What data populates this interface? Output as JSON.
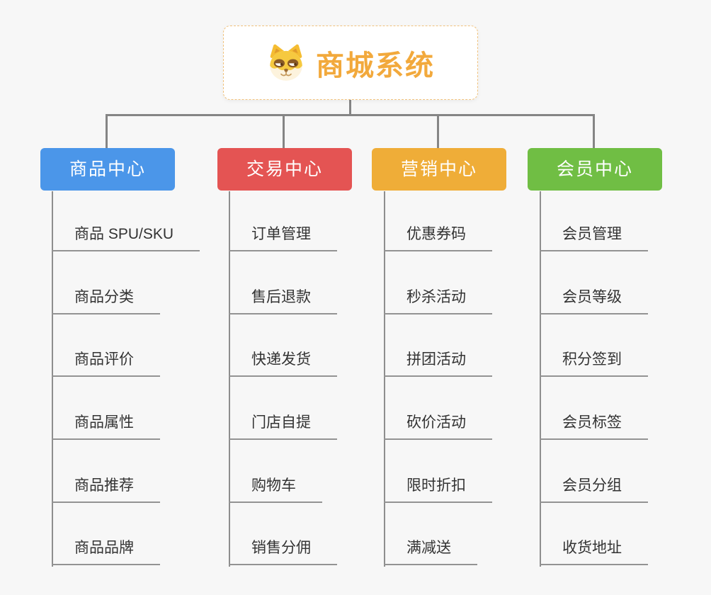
{
  "colors": {
    "background": "#f7f7f7",
    "connector": "#858585",
    "leaf_line": "#939393",
    "leaf_text": "#333333",
    "root_border": "#f1c27d",
    "root_title_color": "#f2a93c",
    "branch_text": "#ffffff"
  },
  "root": {
    "title": "商城系统",
    "icon": "shiba-dog-icon"
  },
  "branches": [
    {
      "label": "商品中心",
      "color": "#4b96e9",
      "children": [
        "商品 SPU/SKU",
        "商品分类",
        "商品评价",
        "商品属性",
        "商品推荐",
        "商品品牌"
      ]
    },
    {
      "label": "交易中心",
      "color": "#e45453",
      "children": [
        "订单管理",
        "售后退款",
        "快递发货",
        "门店自提",
        "购物车",
        "销售分佣"
      ]
    },
    {
      "label": "营销中心",
      "color": "#efad38",
      "children": [
        "优惠券码",
        "秒杀活动",
        "拼团活动",
        "砍价活动",
        "限时折扣",
        "满减送"
      ]
    },
    {
      "label": "会员中心",
      "color": "#70be44",
      "children": [
        "会员管理",
        "会员等级",
        "积分签到",
        "会员标签",
        "会员分组",
        "收货地址"
      ]
    }
  ]
}
